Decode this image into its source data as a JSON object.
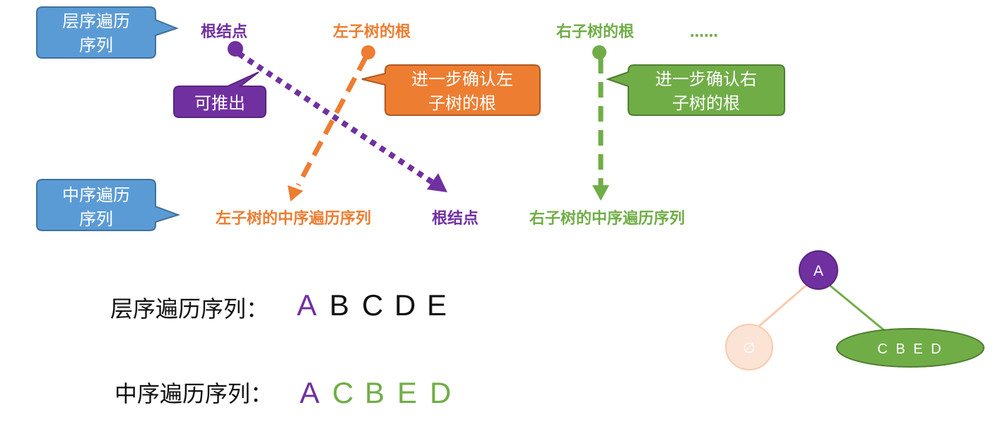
{
  "colors": {
    "blue": "#5B9BD5",
    "blue_stroke": "#41719C",
    "purple": "#7030A0",
    "orange": "#ED7D31",
    "green": "#70AD47",
    "light_orange": "#FBE3D5",
    "black": "#111111"
  },
  "callouts": {
    "level_order": "层序遍历\n序列",
    "in_order": "中序遍历\n序列",
    "deducible": "可推出",
    "confirm_left": "进一步确认左\n子树的根",
    "confirm_right": "进一步确认右\n子树的根"
  },
  "top_labels": {
    "root": "根结点",
    "left_root": "左子树的根",
    "right_root": "右子树的根",
    "ellipsis": "……"
  },
  "bottom_labels": {
    "left_inorder": "左子树的中序遍历序列",
    "root": "根结点",
    "right_inorder": "右子树的中序遍历序列"
  },
  "sequences": {
    "level_order_label": "层序遍历序列：",
    "level_order_items": [
      {
        "text": "A",
        "color": "#7030A0"
      },
      {
        "text": "B",
        "color": "#111111"
      },
      {
        "text": "C",
        "color": "#111111"
      },
      {
        "text": "D",
        "color": "#111111"
      },
      {
        "text": "E",
        "color": "#111111"
      }
    ],
    "in_order_label": "中序遍历序列：",
    "in_order_items": [
      {
        "text": "A",
        "color": "#7030A0"
      },
      {
        "text": "C",
        "color": "#70AD47"
      },
      {
        "text": "B",
        "color": "#70AD47"
      },
      {
        "text": "E",
        "color": "#70AD47"
      },
      {
        "text": "D",
        "color": "#70AD47"
      }
    ]
  },
  "tree": {
    "root": "A",
    "left": "∅",
    "right": "C B E D"
  }
}
